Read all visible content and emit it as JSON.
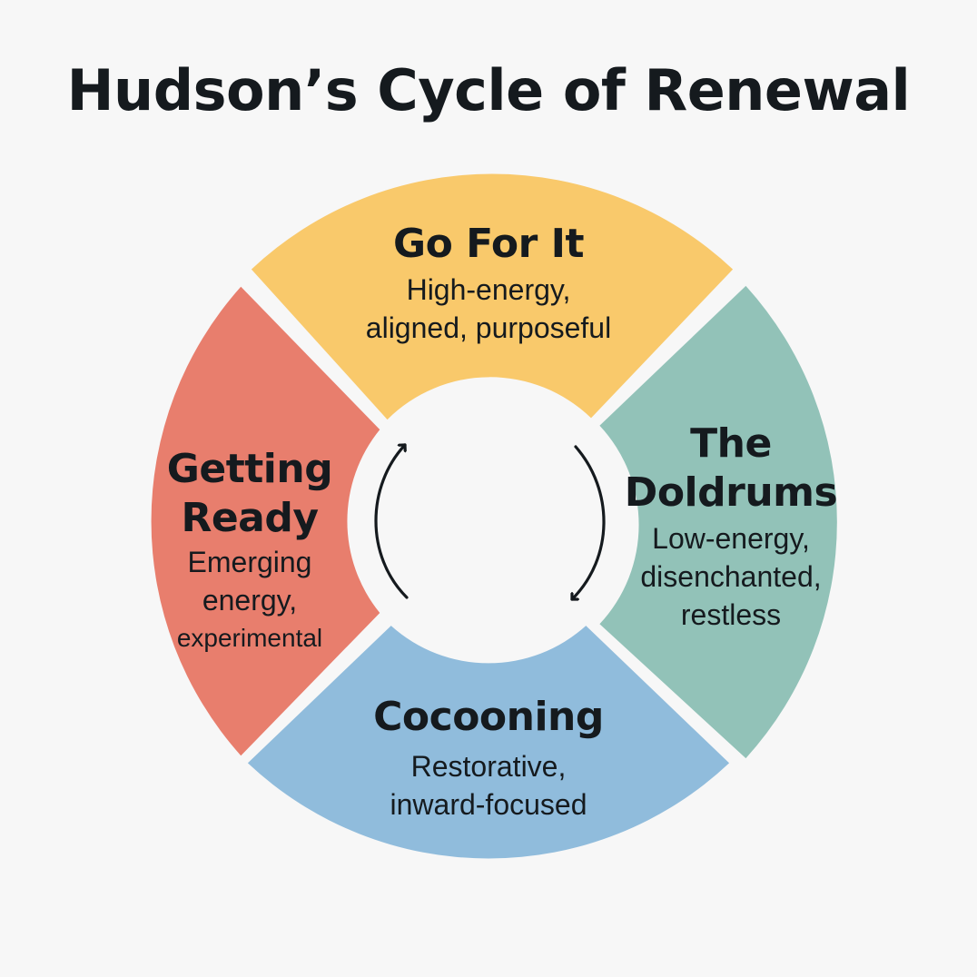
{
  "title": "Hudson’s Cycle of Renewal",
  "colors": {
    "go_for_it": "#f9c96b",
    "doldrums": "#92c2b8",
    "cocooning": "#90bcdc",
    "getting_ready": "#e87e6d",
    "background": "#f7f7f7",
    "arrow": "#151a1e"
  },
  "phases": {
    "go_for_it": {
      "name": "Go For It",
      "desc1": "High-energy,",
      "desc2": "aligned, purposeful"
    },
    "doldrums": {
      "name1": "The",
      "name2": "Doldrums",
      "desc1": "Low-energy,",
      "desc2": "disenchanted,",
      "desc3": "restless"
    },
    "cocooning": {
      "name": "Cocooning",
      "desc1": "Restorative,",
      "desc2": "inward-focused"
    },
    "getting_ready": {
      "name1": "Getting",
      "name2": "Ready",
      "desc1": "Emerging",
      "desc2": "energy,",
      "desc3": "experimental"
    }
  },
  "center_arrows": [
    "curved-arrow-up-icon",
    "curved-arrow-down-icon"
  ]
}
